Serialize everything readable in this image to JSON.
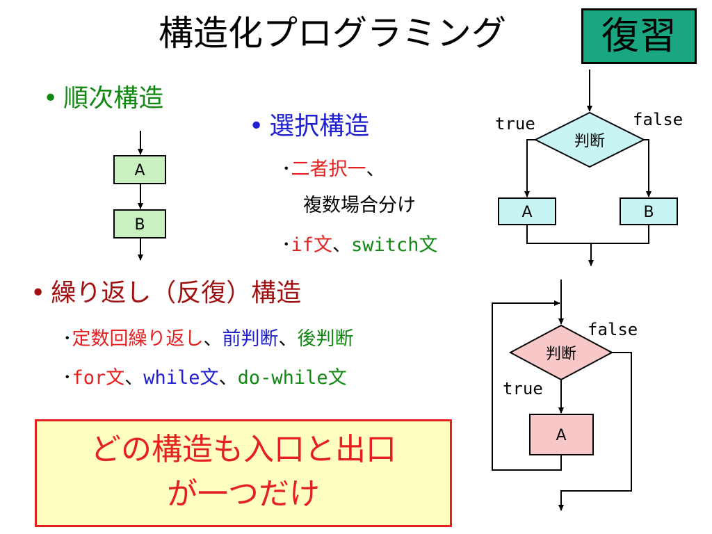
{
  "title": "構造化プログラミング",
  "badge": "復習",
  "colors": {
    "green_heading": "#118811",
    "blue_heading": "#2020d0",
    "red_heading": "#a01010",
    "red_text": "#e52020",
    "blue_text": "#2020d0",
    "green_text": "#118811",
    "box_green": "#c8f0c0",
    "box_cyan": "#c8f4f4",
    "box_pink": "#f8c8c8",
    "badge_bg": "#1aa680",
    "note_bg": "#ffffc0"
  },
  "sequence": {
    "heading": "順次構造",
    "box_a": "A",
    "box_b": "B"
  },
  "selection": {
    "heading": "選択構造",
    "line1_red": "二者択一",
    "line1_sep": "、",
    "line2": "複数場合分け",
    "line3_if": "if文",
    "line3_sep": "、",
    "line3_switch": "switch文",
    "flow": {
      "decision": "判断",
      "true_label": "true",
      "false_label": "false",
      "box_a": "A",
      "box_b": "B"
    }
  },
  "iteration": {
    "heading": "繰り返し（反復）構造",
    "line1_red": "定数回繰り返し",
    "sep": "、",
    "line1_blue": "前判断",
    "line1_green": "後判断",
    "line2_for": "for文",
    "line2_while": "while文",
    "line2_dowhile": "do-while文",
    "flow": {
      "decision": "判断",
      "true_label": "true",
      "false_label": "false",
      "box_a": "A"
    }
  },
  "note": {
    "line1": "どの構造も入口と出口",
    "line2": "が一つだけ"
  }
}
